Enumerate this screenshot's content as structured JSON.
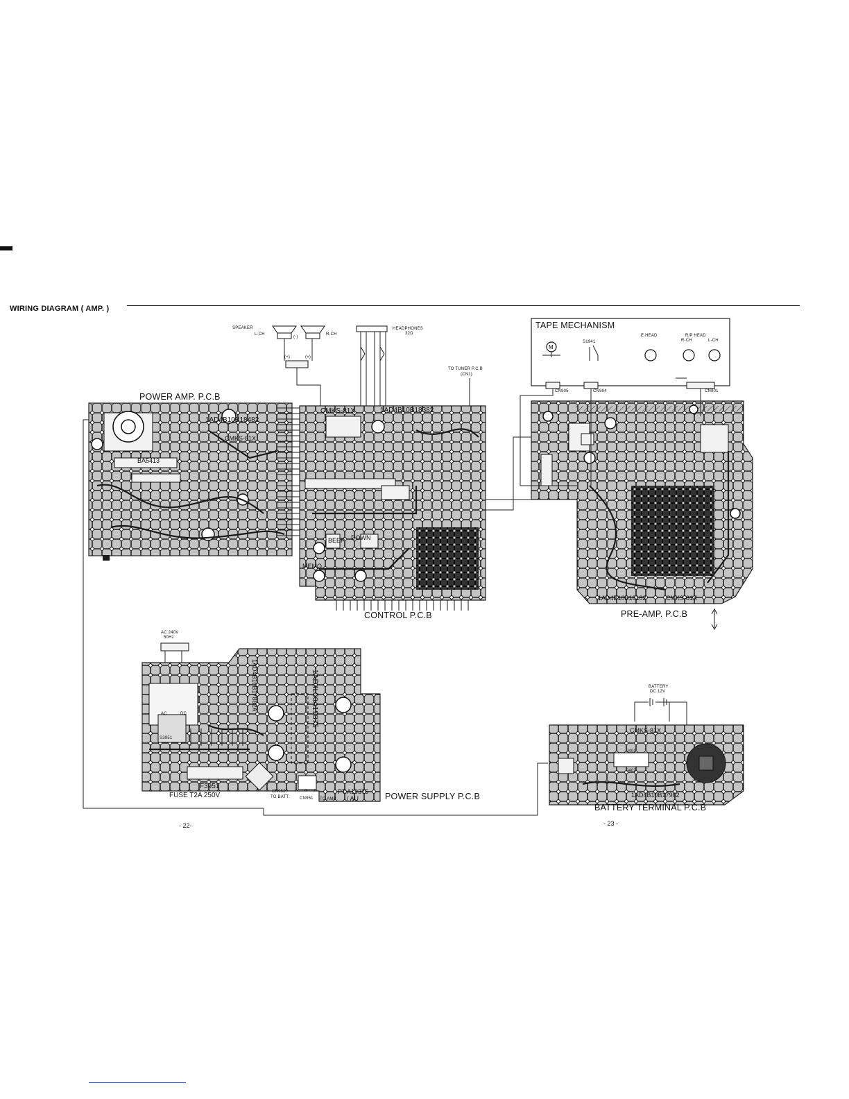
{
  "page": {
    "title": "WIRING DIAGRAM ( AMP. )",
    "page_left": "- 22-",
    "page_right": "- 23 -"
  },
  "boards": {
    "power_amp": "POWER AMP. P.C.B",
    "control": "CONTROL P.C.B",
    "pre_amp": "PRE-AMP. P.C.B",
    "power_supply": "POWER SUPPLY P.C.B",
    "battery_terminal": "BATTERY TERMINAL P.C.B",
    "tape_mechanism": "TAPE MECHANISM"
  },
  "labels": {
    "speaker": "SPEAKER",
    "speaker_l": "L-CH",
    "speaker_r": "R-CH",
    "speaker_minus": "(-)",
    "speaker_plus_l": "(+)",
    "speaker_plus_r": "(+)",
    "headphones": "HEADPHONES",
    "headphones_ohm": "32Ω",
    "to_tuner": "TO TUNER P.C.B",
    "to_tuner_cn": "(CN1)",
    "e_head": "E HEAD",
    "rp_head": "R/P HEAD",
    "rp_r": "R-CH",
    "rp_l": "L-CH",
    "switch": "S1941",
    "cn905": "CN905",
    "cn904": "CN904",
    "cn901": "CN901",
    "ac_in": "AC 240V",
    "ac_hz": "50Hz",
    "battery": "BATTERY",
    "battery_v": "DC  12V",
    "fuse_ref": "F3951",
    "fuse_rating": "FUSE  T2A  250V",
    "pt_ref": "PT:A19375",
    "pt_sub": "/ AU",
    "to_batt": "TO BATT.",
    "to_amp": "TO AMP",
    "cmks_control": "CMKS-81X",
    "pcb_control": "1AD4B10B18382",
    "pcb_power_amp": "1AD4B10B18482",
    "cmks_power_amp": "CMKS-81X",
    "ic_power_amp": "BA5413",
    "pcb_pre_amp": "1AD4B10B18182",
    "cmks_pre_amp": "CMKS-81X",
    "pcb_supply_a": "1AD4L50A19375",
    "pcb_supply_b": "1AD4B10B17882A",
    "cmks_battery": "CMKS-81X",
    "pcb_battery": "1AD4B10B17982",
    "s3951": "S3951",
    "ac_sw": "AC",
    "dc_sw": "DC",
    "beep": "BEEP",
    "down": "DOWN",
    "memo": "MEMO",
    "j401": "J401",
    "j402": "J402",
    "cn952": "CN952",
    "cn951": "CN951"
  }
}
